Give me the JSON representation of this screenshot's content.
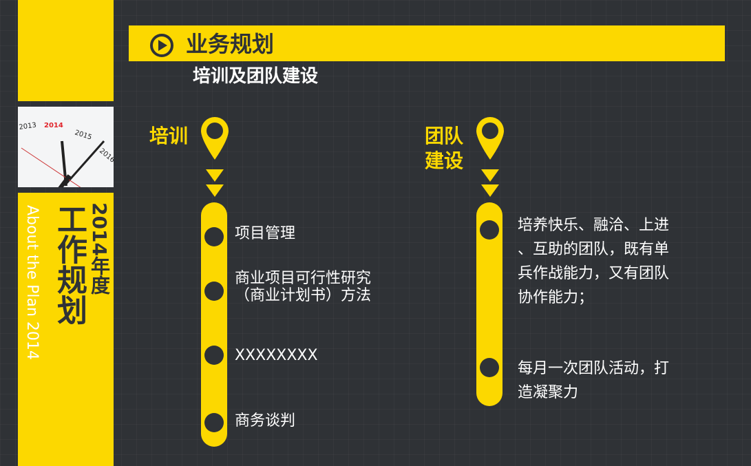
{
  "sidebar": {
    "title_year": "2014年度",
    "title_main": "工作规划",
    "subtitle_en": "About the Plan 2014",
    "clock": {
      "years": [
        "2013",
        "2014",
        "2015",
        "2016"
      ]
    }
  },
  "header": {
    "title": "业务规划",
    "icon": "play-circle-icon",
    "subtitle": "培训及团队建设"
  },
  "training": {
    "label": "培训",
    "items": [
      "项目管理",
      "商业项目可行性研究\n（商业计划书）方法",
      "XXXXXXXX",
      "商务谈判"
    ]
  },
  "team": {
    "label": "团队\n建设",
    "items": [
      "培养快乐、融洽、上进\n、互助的团队，既有单\n兵作战能力，又有团队\n协作能力；",
      "每月一次团队活动，打\n造凝聚力"
    ]
  },
  "colors": {
    "accent": "#fcd800",
    "background": "#2f3236",
    "highlight": "#e0242b"
  }
}
